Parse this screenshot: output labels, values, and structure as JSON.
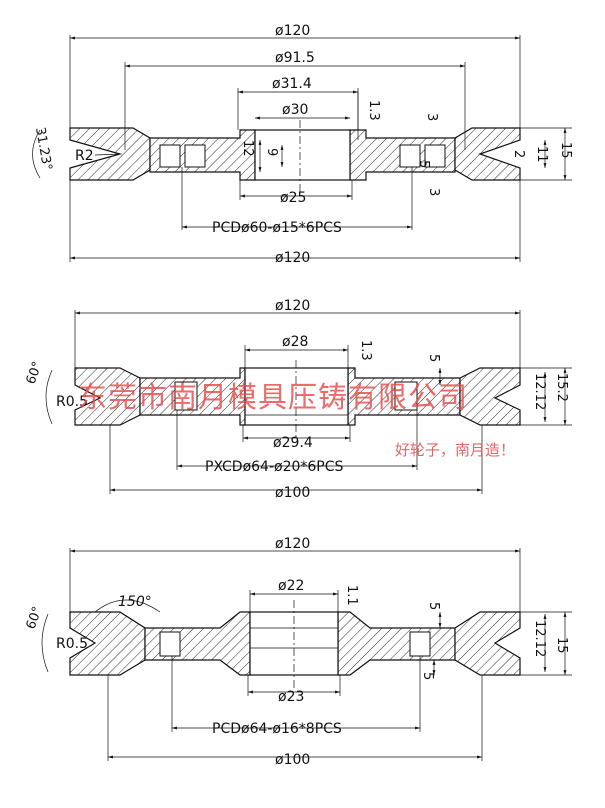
{
  "views": [
    {
      "id": "wheel-1",
      "dims": {
        "top_overall": "ø120",
        "pitch": "ø91.5",
        "bore_outer": "ø31.4",
        "bore": "ø30",
        "step_13": "1.3",
        "right_3": "3",
        "radius": "R2",
        "angle": "31.23°",
        "h12": "12",
        "h9": "9",
        "h5": "5",
        "h3b": "3",
        "h2": "2",
        "h11": "11",
        "h15": "15",
        "hub": "ø25",
        "pcd": "PCDø60-ø15*6PCS",
        "bottom_overall": "ø120"
      }
    },
    {
      "id": "wheel-2",
      "dims": {
        "top_overall": "ø120",
        "bore": "ø28",
        "step_13": "1.3",
        "h5": "5",
        "angle": "60°",
        "radius": "R0.5",
        "h1212": "12.12",
        "h152": "15.2",
        "hub": "ø29.4",
        "pcd": "PXCDø64-ø20*6PCS",
        "bottom_overall": "ø100"
      }
    },
    {
      "id": "wheel-3",
      "dims": {
        "top_overall": "ø120",
        "angle_150": "150°",
        "bore": "ø22",
        "step_11": "1.1",
        "h5": "5",
        "angle": "60°",
        "radius": "R0.5",
        "h1212": "12.12",
        "h15": "15",
        "h5b": "5",
        "hub": "ø23",
        "pcd": "PCDø64-ø16*8PCS",
        "bottom_overall": "ø100"
      }
    }
  ],
  "watermark": {
    "main": "东莞市南月模具压铸有限公司",
    "sub": "好轮子，南月造！"
  },
  "colors": {
    "line": "#111111",
    "watermark": "#e84a4a",
    "background": "#ffffff"
  }
}
